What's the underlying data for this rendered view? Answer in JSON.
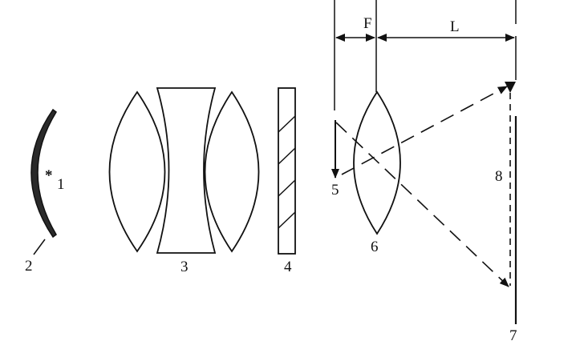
{
  "diagram": {
    "labels": {
      "source": "1",
      "reflector": "2",
      "condenser": "3",
      "filter": "4",
      "object": "5",
      "lens": "6",
      "screen": "7",
      "image": "8"
    },
    "dimensions": {
      "focal": "F",
      "distance": "L"
    },
    "source_marker": "*"
  }
}
